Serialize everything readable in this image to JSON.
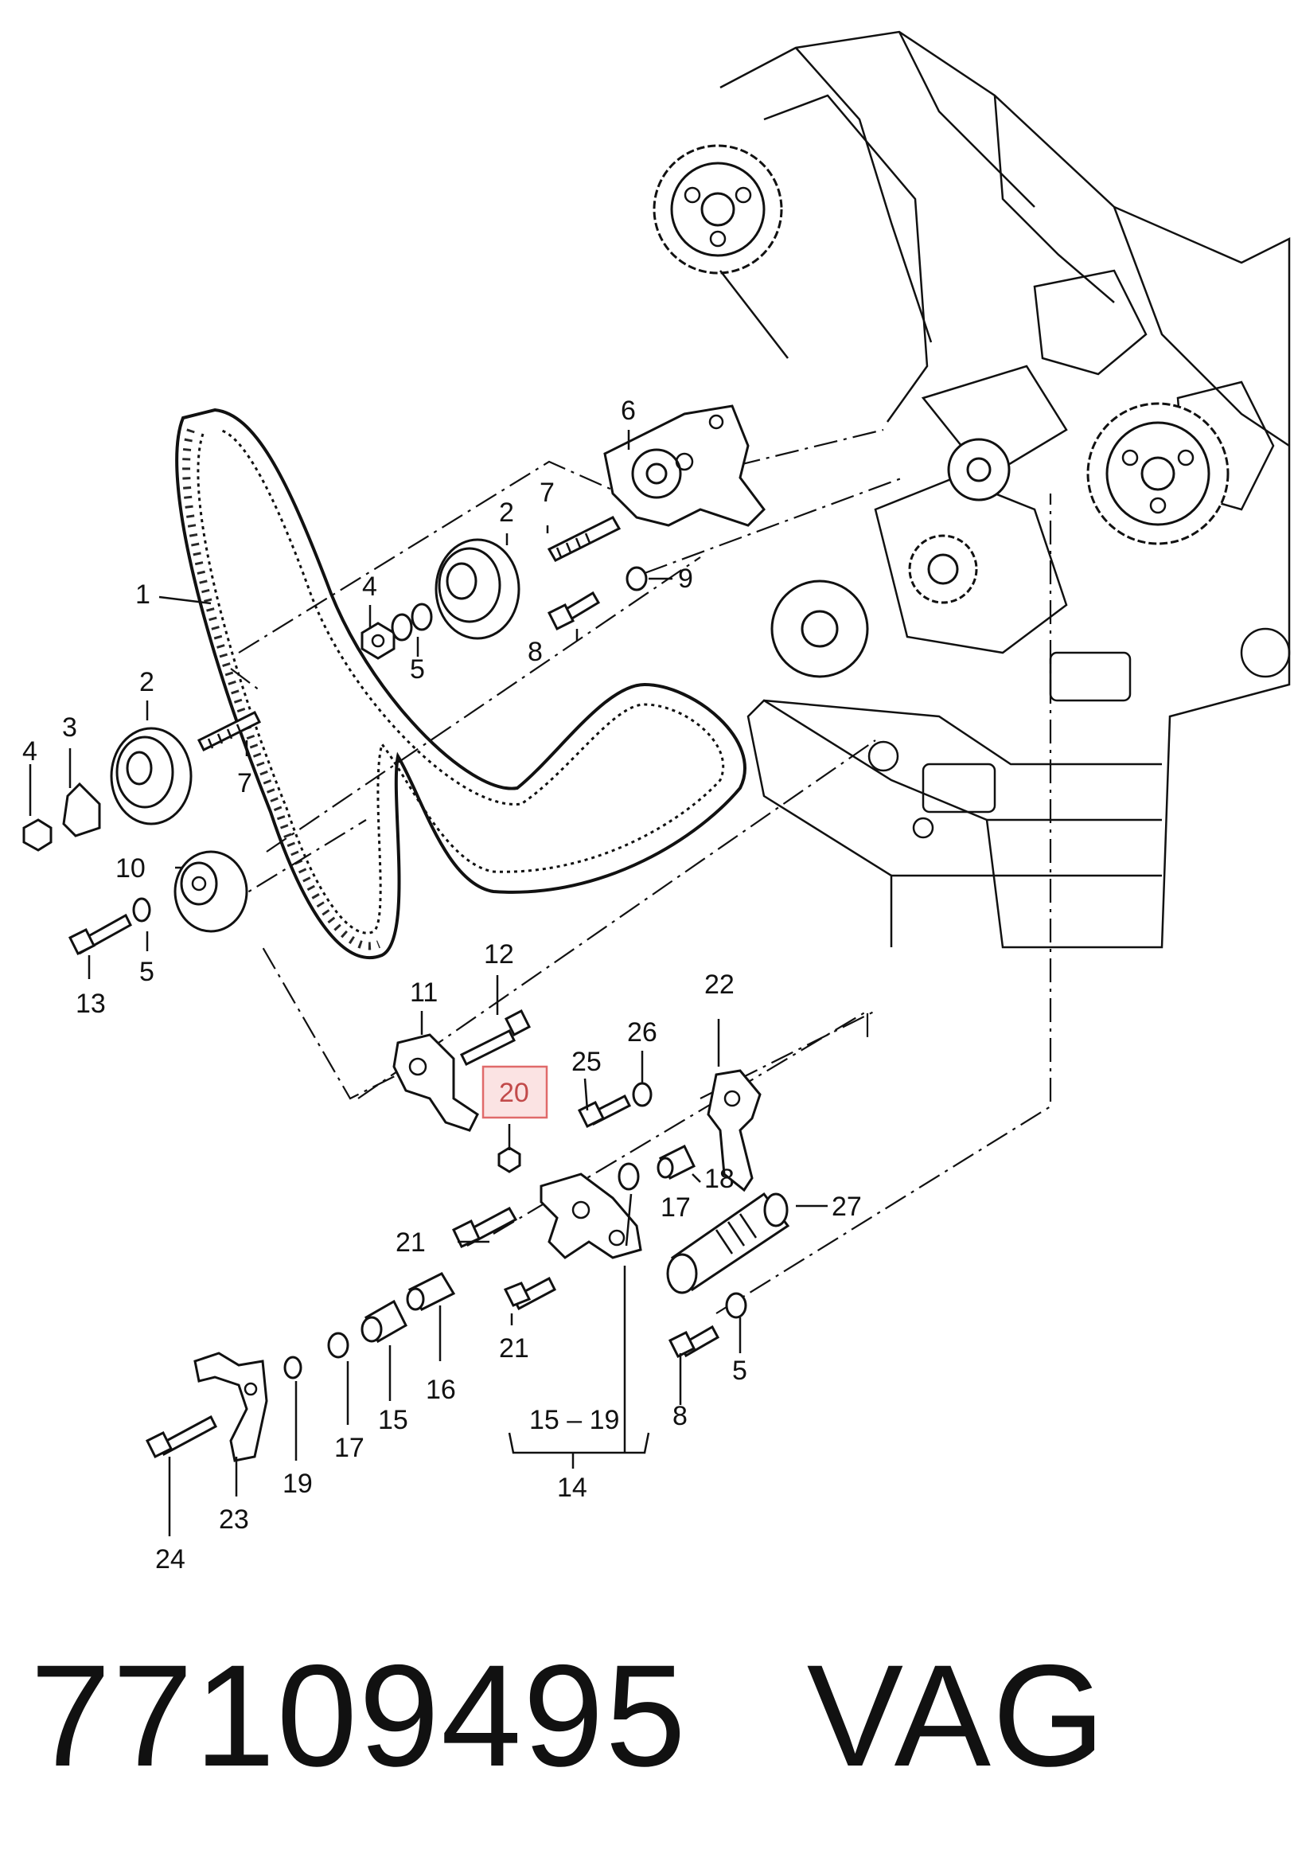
{
  "callouts": [
    {
      "id": "1",
      "text": "1"
    },
    {
      "id": "2a",
      "text": "2"
    },
    {
      "id": "2b",
      "text": "2"
    },
    {
      "id": "3",
      "text": "3"
    },
    {
      "id": "4a",
      "text": "4"
    },
    {
      "id": "4b",
      "text": "4"
    },
    {
      "id": "5a",
      "text": "5"
    },
    {
      "id": "5b",
      "text": "5"
    },
    {
      "id": "5c",
      "text": "5"
    },
    {
      "id": "6",
      "text": "6"
    },
    {
      "id": "7a",
      "text": "7"
    },
    {
      "id": "7b",
      "text": "7"
    },
    {
      "id": "8a",
      "text": "8"
    },
    {
      "id": "8b",
      "text": "8"
    },
    {
      "id": "9",
      "text": "9"
    },
    {
      "id": "10",
      "text": "10"
    },
    {
      "id": "11",
      "text": "11"
    },
    {
      "id": "12",
      "text": "12"
    },
    {
      "id": "13",
      "text": "13"
    },
    {
      "id": "14",
      "text": "14"
    },
    {
      "id": "15a",
      "text": "15"
    },
    {
      "id": "15-19",
      "text": "15 – 19"
    },
    {
      "id": "16",
      "text": "16"
    },
    {
      "id": "17a",
      "text": "17"
    },
    {
      "id": "17b",
      "text": "17"
    },
    {
      "id": "18",
      "text": "18"
    },
    {
      "id": "19",
      "text": "19"
    },
    {
      "id": "20",
      "text": "20",
      "highlighted": true
    },
    {
      "id": "21a",
      "text": "21"
    },
    {
      "id": "21b",
      "text": "21"
    },
    {
      "id": "22",
      "text": "22"
    },
    {
      "id": "23",
      "text": "23"
    },
    {
      "id": "24",
      "text": "24"
    },
    {
      "id": "25",
      "text": "25"
    },
    {
      "id": "26",
      "text": "26"
    },
    {
      "id": "27",
      "text": "27"
    }
  ],
  "caption": {
    "part_number": "77109495",
    "brand": "VAG"
  },
  "highlight_color": "#e06a6a"
}
